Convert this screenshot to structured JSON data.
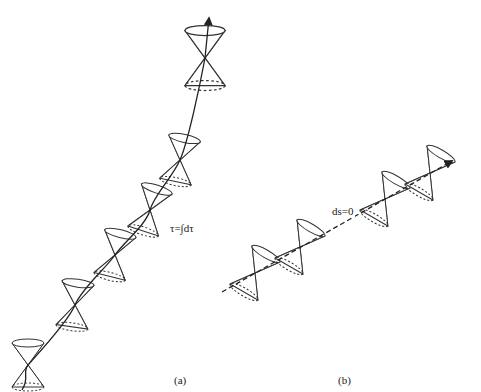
{
  "diagram": {
    "labels": [
      "τ=∫dτ",
      "ds=0",
      "(a)",
      "(b)"
    ]
  }
}
